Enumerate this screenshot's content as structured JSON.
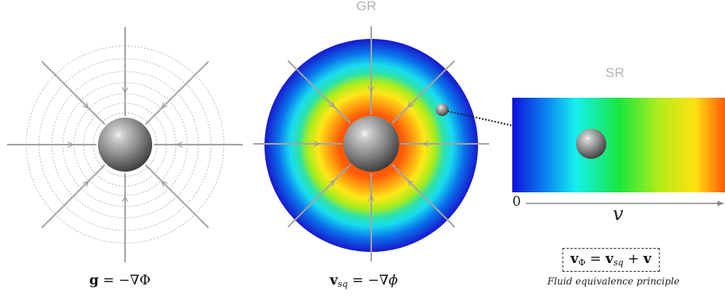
{
  "panels": {
    "gr": {
      "title": "GR"
    },
    "sr": {
      "title": "SR"
    }
  },
  "equations": {
    "left": {
      "lhs": "g",
      "rest": " = −∇Φ"
    },
    "middle": {
      "lhs": "v",
      "sub": "sq",
      "rest": " = −∇",
      "var": "ϕ"
    },
    "right": {
      "a": "v",
      "a_sub": "Φ",
      "eq": " = ",
      "b": "v",
      "b_sub": "sq",
      "plus": " + ",
      "c": "v"
    }
  },
  "axis": {
    "origin_label": "0",
    "variable_label": "v"
  },
  "caption": "Fluid equivalence principle",
  "colors": {
    "arrow": "#a4a4a4",
    "contour": "#bdbdbd",
    "title": "#b4b4b4",
    "gradient_stops": [
      "#1010d8",
      "#0a8cf2",
      "#16f0ee",
      "#18e640",
      "#b8ec18",
      "#ffe010",
      "#ff5a08"
    ]
  }
}
